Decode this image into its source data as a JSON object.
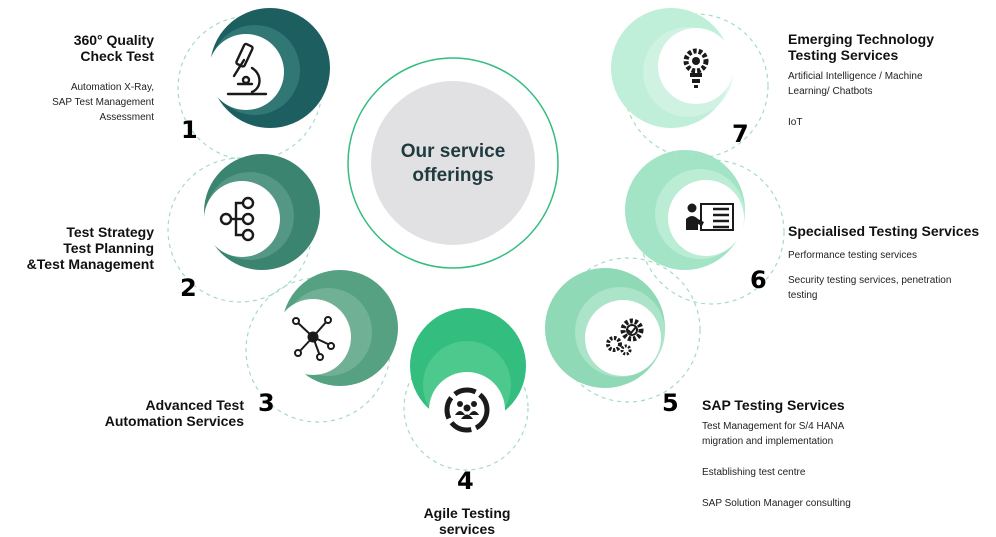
{
  "center": {
    "line1": "Our service",
    "line2": "offerings"
  },
  "services": [
    {
      "number": "1",
      "title_lines": [
        "360° Quality",
        "Check Test"
      ],
      "descriptions": [
        "Automation X-Ray,",
        "SAP Test Management",
        "Assessment"
      ],
      "icon": "microscope-icon",
      "color": "#1d5f61"
    },
    {
      "number": "2",
      "title_lines": [
        "Test Strategy",
        "Test Planning",
        "&Test  Management"
      ],
      "descriptions": [],
      "icon": "flowchart-icon",
      "color": "#3b8470"
    },
    {
      "number": "3",
      "title_lines": [
        "Advanced Test",
        "Automation Services"
      ],
      "descriptions": [],
      "icon": "network-nodes-icon",
      "color": "#56a182"
    },
    {
      "number": "4",
      "title_lines": [
        "Agile Testing",
        "services"
      ],
      "descriptions": [],
      "icon": "team-cycle-icon",
      "color": "#33bd7e"
    },
    {
      "number": "5",
      "title_lines": [
        "SAP Testing Services"
      ],
      "descriptions": [
        "Test Management for S/4 HANA",
        "migration and implementation",
        "Establishing test centre",
        "SAP Solution Manager consulting"
      ],
      "icon": "gears-icon",
      "color": "#8fd9b6"
    },
    {
      "number": "6",
      "title_lines": [
        "Specialised Testing Services"
      ],
      "descriptions": [
        "Performance testing services",
        "Security testing services, penetration",
        "testing"
      ],
      "icon": "presentation-checklist-icon",
      "color": "#a3e4c6"
    },
    {
      "number": "7",
      "title_lines": [
        "Emerging Technology",
        "Testing Services"
      ],
      "descriptions": [
        "Artificial Intelligence / Machine",
        "Learning/ Chatbots",
        "IoT"
      ],
      "icon": "lightbulb-gear-icon",
      "color": "#bfeed9"
    }
  ]
}
